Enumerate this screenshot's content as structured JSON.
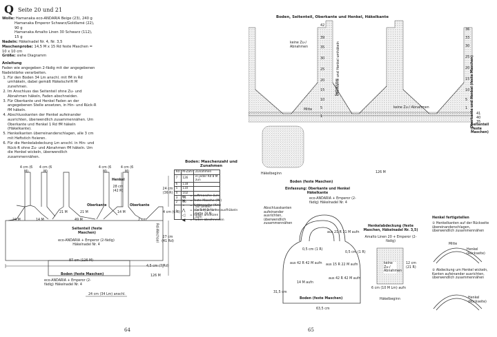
{
  "left": {
    "badge": "Q",
    "title": "Seite 20 und 21",
    "materials": [
      {
        "k": "Wolle:",
        "v": "Hamanaka eco-ANDARIA Beige (23), 240 g"
      },
      {
        "k": "",
        "v": "Hamanaka Emperor Schwarz/Goldlamé (22), 90 g"
      },
      {
        "k": "",
        "v": "Hamanaka Amalto Linen 30 Schwarz (112), 15 g"
      },
      {
        "k": "Nadeln:",
        "v": "Häkelnadel Nr. 4, Nr. 3,5"
      },
      {
        "k": "Maschenprobe:",
        "v": "14,5 M x 15 Rd feste Maschen = 10 x 10 cm"
      },
      {
        "k": "Größe:",
        "v": "siehe Diagramm"
      }
    ],
    "instructions_title": "Anleitung",
    "instructions_intro": "Faden wie angegeben 2-fädig mit der angegebenen Nadelstärke verarbeiten.",
    "steps": [
      "Für den Boden 34 Lm anschl. mit fM in Rd umhäkeln, dabei gemäß Häkelschrift M zunehmen.",
      "Im Anschluss das Seitenteil ohne Zu- und Abnahmen häkeln, Faden abschneiden.",
      "Für Oberkante und Henkel Faden an der angegebenen Stelle ansetzen, in Hin- und Rück-R fM häkeln.",
      "Abschlusskanten der Henkel aufeinander ausrichten, überwendlich zusammennähen. Um Oberkante und Henkel 1 Rd fM häkeln (Häkelkante).",
      "Henkelkanten überreinanderschlagen, alle 3 cm mit Heftstich fixieren.",
      "Für die Henkelabdeckung Lm anschl. in Hin- und Rück-R ohne Zu- und Abnahmen fM häkeln. Um die Henkel wickeln, überwendlich zusammennähen."
    ],
    "diagram": {
      "top_labels": [
        "4 cm (6 M)",
        "4 cm (6 M)",
        "4 cm (6 M)",
        "4 cm (6 M)"
      ],
      "henkel": "Henkel",
      "henkel_dim": "28 cm (42 R)",
      "oberkante": "Oberkante",
      "right_dims": [
        "24 cm (36 R)",
        "4 cm (6 R)",
        "27 cm (41 Rd)",
        "4,5 cm (7 Rd)"
      ],
      "row_dims": [
        "24 M",
        "14 M",
        "21 M",
        "21 M",
        "14 M",
        "49 M",
        "2 cm"
      ],
      "seitenteil_title": "Seitenteil (feste Maschen)",
      "seitenteil_yarn": "eco-ANDARIA + Emperor (2-fädig) Häkelnadel Nr. 4",
      "rdwechsel": "Rd-Wechsel",
      "width_total": "87 cm (126 M)",
      "boden_title": "Boden (feste Maschen)",
      "boden_yarn": "eco-ANDARIA + Emperor (2-fädig) Häkelnadel Nr. 4",
      "boden_chain": "24 cm (34 Lm) anschl.",
      "boden_m": "126 M"
    },
    "zunahmen": {
      "title": "Boden: Maschenzahl und Zunahmen",
      "headers": [
        "Rd",
        "M-Zahl",
        "Zunahmen"
      ],
      "rows": [
        [
          "7",
          "126",
          "in jeder Rd 8 M zun"
        ],
        [
          "6",
          "118",
          ""
        ],
        [
          "5",
          "110",
          ""
        ],
        [
          "4",
          "102",
          ""
        ],
        [
          "3",
          "94",
          ""
        ],
        [
          "2",
          "86",
          ""
        ],
        [
          "1",
          "",
          "auf beiden Seiten der Lm-Kette 78 M aufn"
        ]
      ]
    },
    "legend": [
      {
        "sym": "⌓",
        "text": "= Luftmasche (Lm)"
      },
      {
        "sym": "✕",
        "text": "= feste Masche (fM)"
      },
      {
        "sym": "•",
        "text": "= Kettmasche (Km)"
      },
      {
        "sym": "⋀",
        "text": "= aus 1 M 2 fm herausfhäkeln"
      },
      {
        "sym": "◁",
        "text": "= Faden ansetzen"
      },
      {
        "sym": "◀",
        "text": "= Faden abschneiden"
      }
    ],
    "page_number": "64"
  },
  "right": {
    "chart_title": "Boden, Seitenteil, Oberkante und Henkel, Häkelkante",
    "row_numbers_left": [
      "42",
      "39",
      "35",
      "30",
      "25",
      "20",
      "15",
      "10",
      "5",
      "1"
    ],
    "row_numbers_right": [
      "36",
      "33",
      "30",
      "25",
      "20",
      "15",
      "10",
      "5",
      "1",
      "41",
      "40",
      "35"
    ],
    "labels": {
      "oberkante_henkel": "Oberkante und Henkel umhäkeln",
      "keine_zuab": "keine Zu-/ Abnahmen",
      "seitenlinie": "Seitenlinie",
      "mitte": "Mitte",
      "keine_zuab_long": "keine Zu-/ Abnahmen",
      "oberkante_henkel_fm": "Oberkante und Henkel (feste Maschen)",
      "seitenteil_fm": "Seitenteil (feste Maschen)",
      "haekelbeginn": "Häkelbeginn",
      "boden_count": "126 M",
      "boden_fm": "Boden (feste Maschen)"
    },
    "einfassung": {
      "title": "Einfassung: Oberkante und Henkel Häkelkante",
      "yarn": "eco-ANDARIA + Emperor (2-fädig) Häkelnadel Nr. 4",
      "abschluss": "Abschlusskanten aufeinander ausrichten, überwendlich zusammennähen",
      "dims": [
        "aus 21 R 21 M aufn",
        "0,5 cm (1 R)",
        "0,5 cm (1 R)",
        "aus 42 R 42 M aufn",
        "aus 15 R 22 M aufn",
        "14 M aufn",
        "aus 42 R 42 M aufn",
        "31,5 cm",
        "63,5 cm"
      ],
      "boden": "Boden (feste Maschen)"
    },
    "henkelabdeckung": {
      "title": "Henkelabdeckung (feste Maschen, Häkelnadel Nr. 3,5)",
      "yarn": "Amalto Linen 20 + Emperor (2-fädig)",
      "keine": "keine Zu-/ Abnahmen",
      "dims": [
        "12 cm (21 R)",
        "6 cm (10 M Lm) aufn"
      ],
      "haekelbeginn": "Häkelbeginn"
    },
    "henkel_fertig": {
      "title": "Henkel fertigstellen",
      "step1": "① Henkelkanten auf der Rückseite übereinanderschlagen, überwendlich zusammennähen",
      "mitte": "Mitte",
      "henkel_rueck": "Henkel (Rückseite)",
      "step2": "② Abdeckung um Henkel wickeln, Kanten aufeinander ausrichten, überwendlich zusammennähen",
      "henkel_rueck2": "Henkel (Rückseite)"
    },
    "page_number": "65"
  }
}
